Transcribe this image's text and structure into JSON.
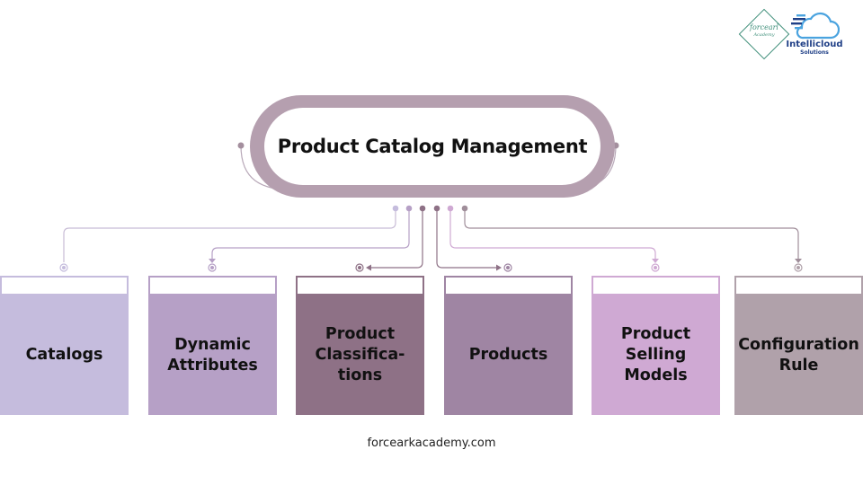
{
  "logos": {
    "forceark": {
      "name": "forcearl",
      "sub": "Academy",
      "color": "#3f8f7a"
    },
    "intellicloud": {
      "name": "Intellicloud",
      "sub": "Solutions",
      "color": "#1f3f86"
    }
  },
  "title": "Product Catalog Management",
  "boxes": [
    {
      "label": "Catalogs",
      "color": "#c5bcdd"
    },
    {
      "label": "Dynamic\nAttributes",
      "color": "#b6a0c6"
    },
    {
      "label": "Product\nClassifica-\ntions",
      "color": "#8e7186"
    },
    {
      "label": "Products",
      "color": "#9f85a3"
    },
    {
      "label": "Product\nSelling\nModels",
      "color": "#cfa9d3"
    },
    {
      "label": "Configuration\nRule",
      "color": "#b0a1aa"
    }
  ],
  "footer": "forcearkacademy.com"
}
